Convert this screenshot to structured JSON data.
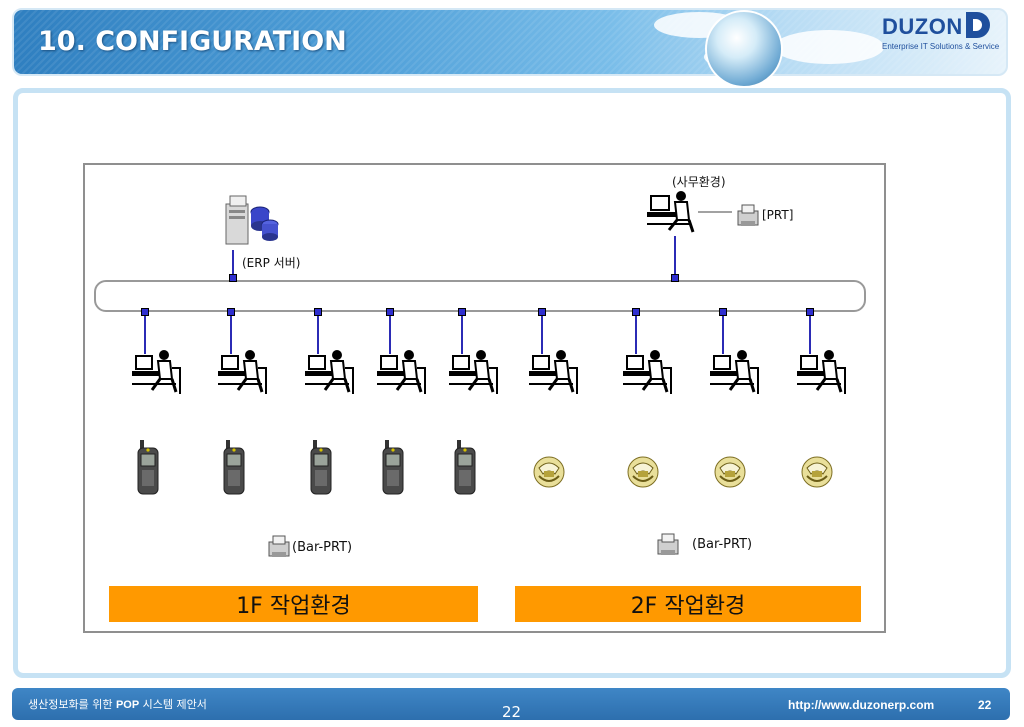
{
  "header": {
    "title": "10.  CONFIGURATION",
    "logo": "DUZON",
    "tagline": "Enterprise IT Solutions & Service",
    "logo_icon": "globe-icon"
  },
  "diagram": {
    "office_label": "(사무환경)",
    "printer_label": "[PRT]",
    "server_label": "(ERP 서버)",
    "bar_printer_1f": "(Bar-PRT)",
    "bar_printer_2f": "(Bar-PRT)",
    "zone_1f": "1F  작업환경",
    "zone_2f": "2F  작업환경",
    "workstation_icon": "workstation-icon",
    "handheld_icon": "handheld-scanner-icon",
    "barcode_reader_icon": "barcode-reader-icon",
    "printer_icon": "printer-icon",
    "server_icon": "server-icon",
    "accent_color": "#ff9900",
    "line_color": "#2b2bb5"
  },
  "footer": {
    "left_text_pre": "생산정보화를 위한 ",
    "left_text_bold": "POP",
    "left_text_post": " 시스템 제안서",
    "page_center": "22",
    "url": "http://www.duzonerp.com",
    "page_right": "22"
  }
}
